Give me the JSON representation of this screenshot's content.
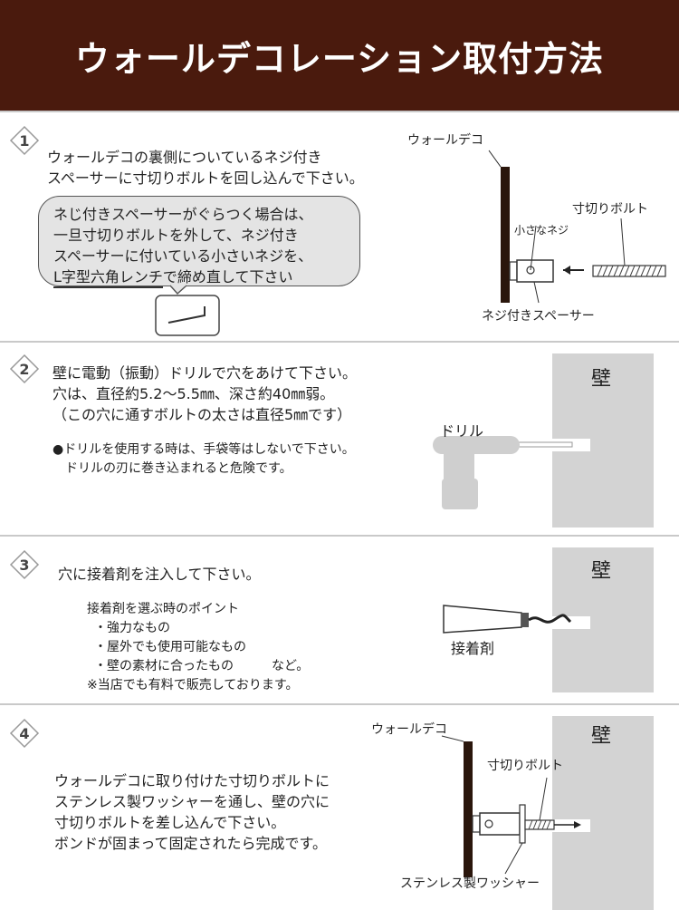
{
  "header": {
    "title": "ウォールデコレーション取付方法"
  },
  "step1": {
    "number": "1",
    "lines": [
      "ウォールデコの裏側についているネジ付き",
      "スペーサーに寸切りボルトを回し込んで下さい。"
    ],
    "note": [
      "ネじ付きスペーサーがぐらつく場合は、",
      "一旦寸切りボルトを外して、ネジ付き",
      "スペーサーに付いている小さいネジを、"
    ],
    "note_underlined": "L字型六角レンチ",
    "note_rest": "で締め直して下さい",
    "labels": {
      "deco": "ウォールデコ",
      "bolt": "寸切りボルト",
      "small_screw": "小さなネジ",
      "spacer": "ネジ付きスペーサー"
    }
  },
  "step2": {
    "number": "2",
    "lines": [
      "壁に電動（振動）ドリルで穴をあけて下さい。",
      "穴は、直径約5.2～5.5㎜、深さ約40㎜弱。",
      "（この穴に通すボルトの太さは直径5㎜です）"
    ],
    "notes": [
      "●ドリルを使用する時は、手袋等はしないで下さい。",
      "　ドリルの刃に巻き込まれると危険です。"
    ],
    "labels": {
      "wall": "壁",
      "drill": "ドリル"
    }
  },
  "step3": {
    "number": "3",
    "line": "穴に接着剤を注入して下さい。",
    "notes": [
      "接着剤を選ぶ時のポイント",
      "・強力なもの",
      "・屋外でも使用可能なもの",
      "・壁の素材に合ったもの　　　など。",
      "※当店でも有料で販売しております。"
    ],
    "labels": {
      "wall": "壁",
      "glue": "接着剤"
    }
  },
  "step4": {
    "number": "4",
    "lines": [
      "ウォールデコに取り付けた寸切りボルトに",
      "ステンレス製ワッシャーを通し、壁の穴に",
      "寸切りボルトを差し込んで下さい。",
      "ボンドが固まって固定されたら完成です。"
    ],
    "labels": {
      "wall": "壁",
      "deco": "ウォールデコ",
      "bolt": "寸切りボルト",
      "washer": "ステンレス製ワッシャー"
    }
  },
  "colors": {
    "header_bg": "#4a1a0d",
    "wall": "#d3d3d3",
    "bubble": "#e4e4e4"
  }
}
